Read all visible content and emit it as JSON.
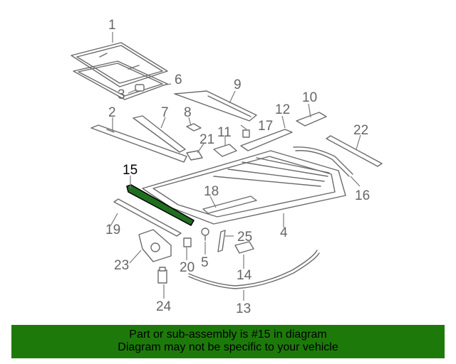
{
  "callouts": {
    "c1": "1",
    "c2": "2",
    "c3": "3",
    "c4": "4",
    "c5": "5",
    "c6": "6",
    "c7": "7",
    "c8": "8",
    "c9": "9",
    "c10": "10",
    "c11": "11",
    "c12": "12",
    "c13": "13",
    "c14": "14",
    "c15": "15",
    "c16": "16",
    "c17": "17",
    "c18": "18",
    "c19": "19",
    "c20": "20",
    "c21": "21",
    "c22": "22",
    "c23": "23",
    "c24": "24",
    "c25": "25"
  },
  "highlighted_part": "15",
  "banner": {
    "line1": "Part or sub-assembly is #15 in diagram",
    "line2": "Diagram may not be specific to your vehicle"
  },
  "colors": {
    "banner_bg": "#1d7a0a",
    "highlight": "#1f6f1f"
  }
}
